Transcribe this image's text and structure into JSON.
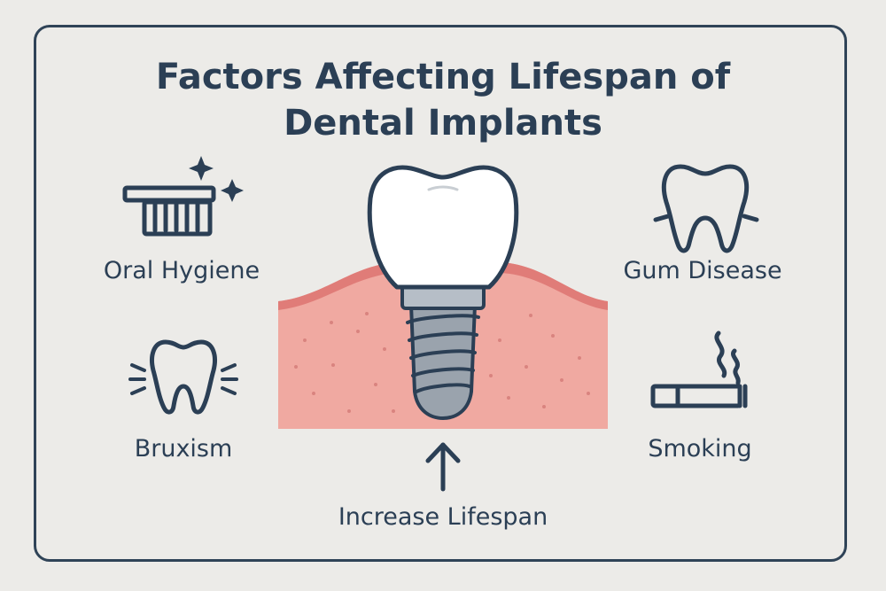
{
  "title": {
    "line1": "Factors Affecting Lifespan of",
    "line2": "Dental Implants"
  },
  "factors": {
    "oral_hygiene": "Oral Hygiene",
    "gum_disease": "Gum Disease",
    "bruxism": "Bruxism",
    "smoking": "Smoking"
  },
  "center": {
    "label": "Increase Lifespan"
  },
  "icons": {
    "toothbrush": "toothbrush-icon",
    "tooth": "tooth-icon",
    "grinding_tooth": "grinding-tooth-icon",
    "cigarette": "cigarette-icon",
    "implant": "dental-implant-illustration",
    "arrow": "arrow-up-icon"
  },
  "colors": {
    "ink": "#2b3f55",
    "gum": "#f0a9a1",
    "gum_edge": "#e07c78",
    "crown": "#ffffff",
    "screw": "#9aa3ad",
    "background": "#ecebe8"
  }
}
